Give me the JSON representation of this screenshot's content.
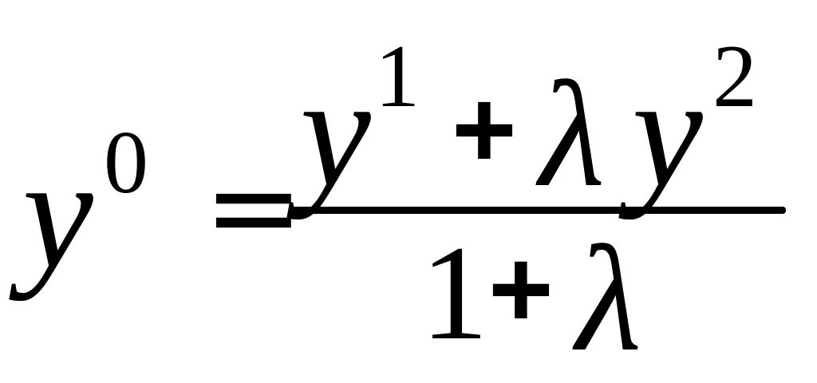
{
  "formula": {
    "lhs": {
      "base": "y",
      "exponent": "0"
    },
    "equals": "=",
    "numerator": {
      "term1_base": "y",
      "term1_exponent": "1",
      "plus": "+",
      "lambda": "λ",
      "term2_base": "y",
      "term2_exponent": "2"
    },
    "denominator": {
      "one": "1",
      "plus": "+",
      "lambda": "λ"
    }
  }
}
